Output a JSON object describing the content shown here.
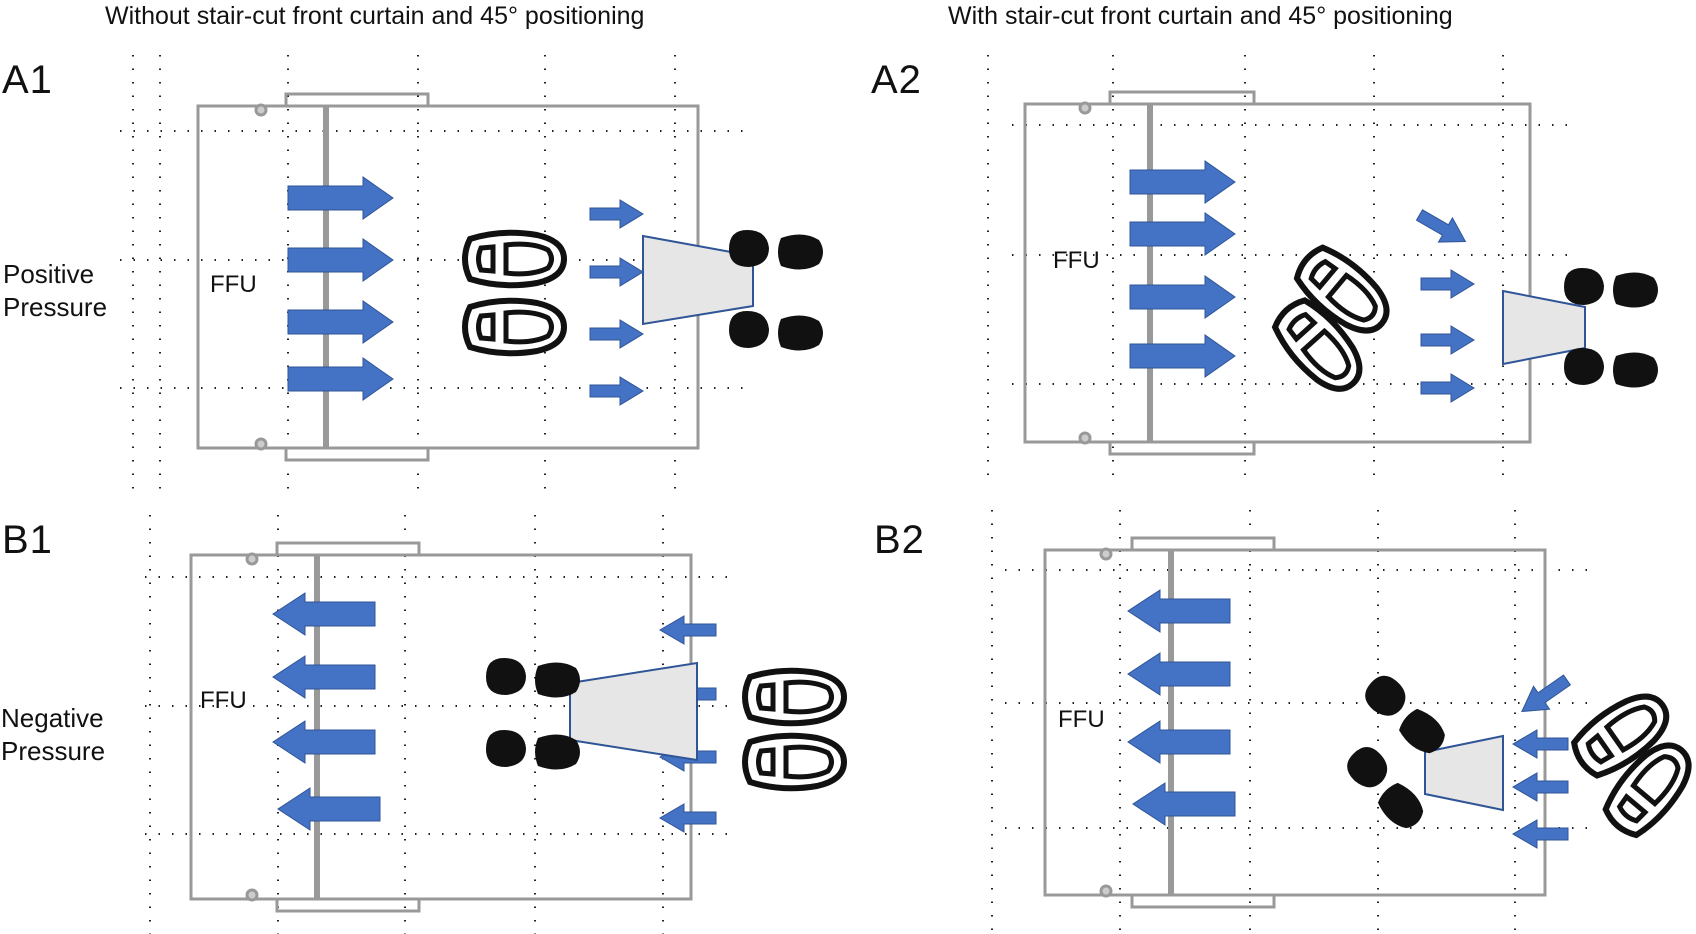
{
  "titles": {
    "left": "Without stair-cut front curtain and 45° positioning",
    "right": "With stair-cut front curtain and 45° positioning"
  },
  "row_labels": {
    "positive": [
      "Positive",
      "Pressure"
    ],
    "negative": [
      "Negative",
      "Pressure"
    ]
  },
  "panels": [
    {
      "id": "A1",
      "label": "A1",
      "ffu": "FFU",
      "pressure": "positive",
      "positioning": "straight"
    },
    {
      "id": "A2",
      "label": "A2",
      "ffu": "FFU",
      "pressure": "positive",
      "positioning": "45°"
    },
    {
      "id": "B1",
      "label": "B1",
      "ffu": "FFU",
      "pressure": "negative",
      "positioning": "straight"
    },
    {
      "id": "B2",
      "label": "B2",
      "ffu": "FFU",
      "pressure": "negative",
      "positioning": "45°"
    }
  ],
  "colors": {
    "arrow": "#4472C4",
    "arrow_stroke": "#2F5597",
    "cabinet": "#9a9a9a",
    "curtain_fill": "#e6e6e6",
    "curtain_stroke": "#2F5597",
    "shoe": "#111111"
  }
}
